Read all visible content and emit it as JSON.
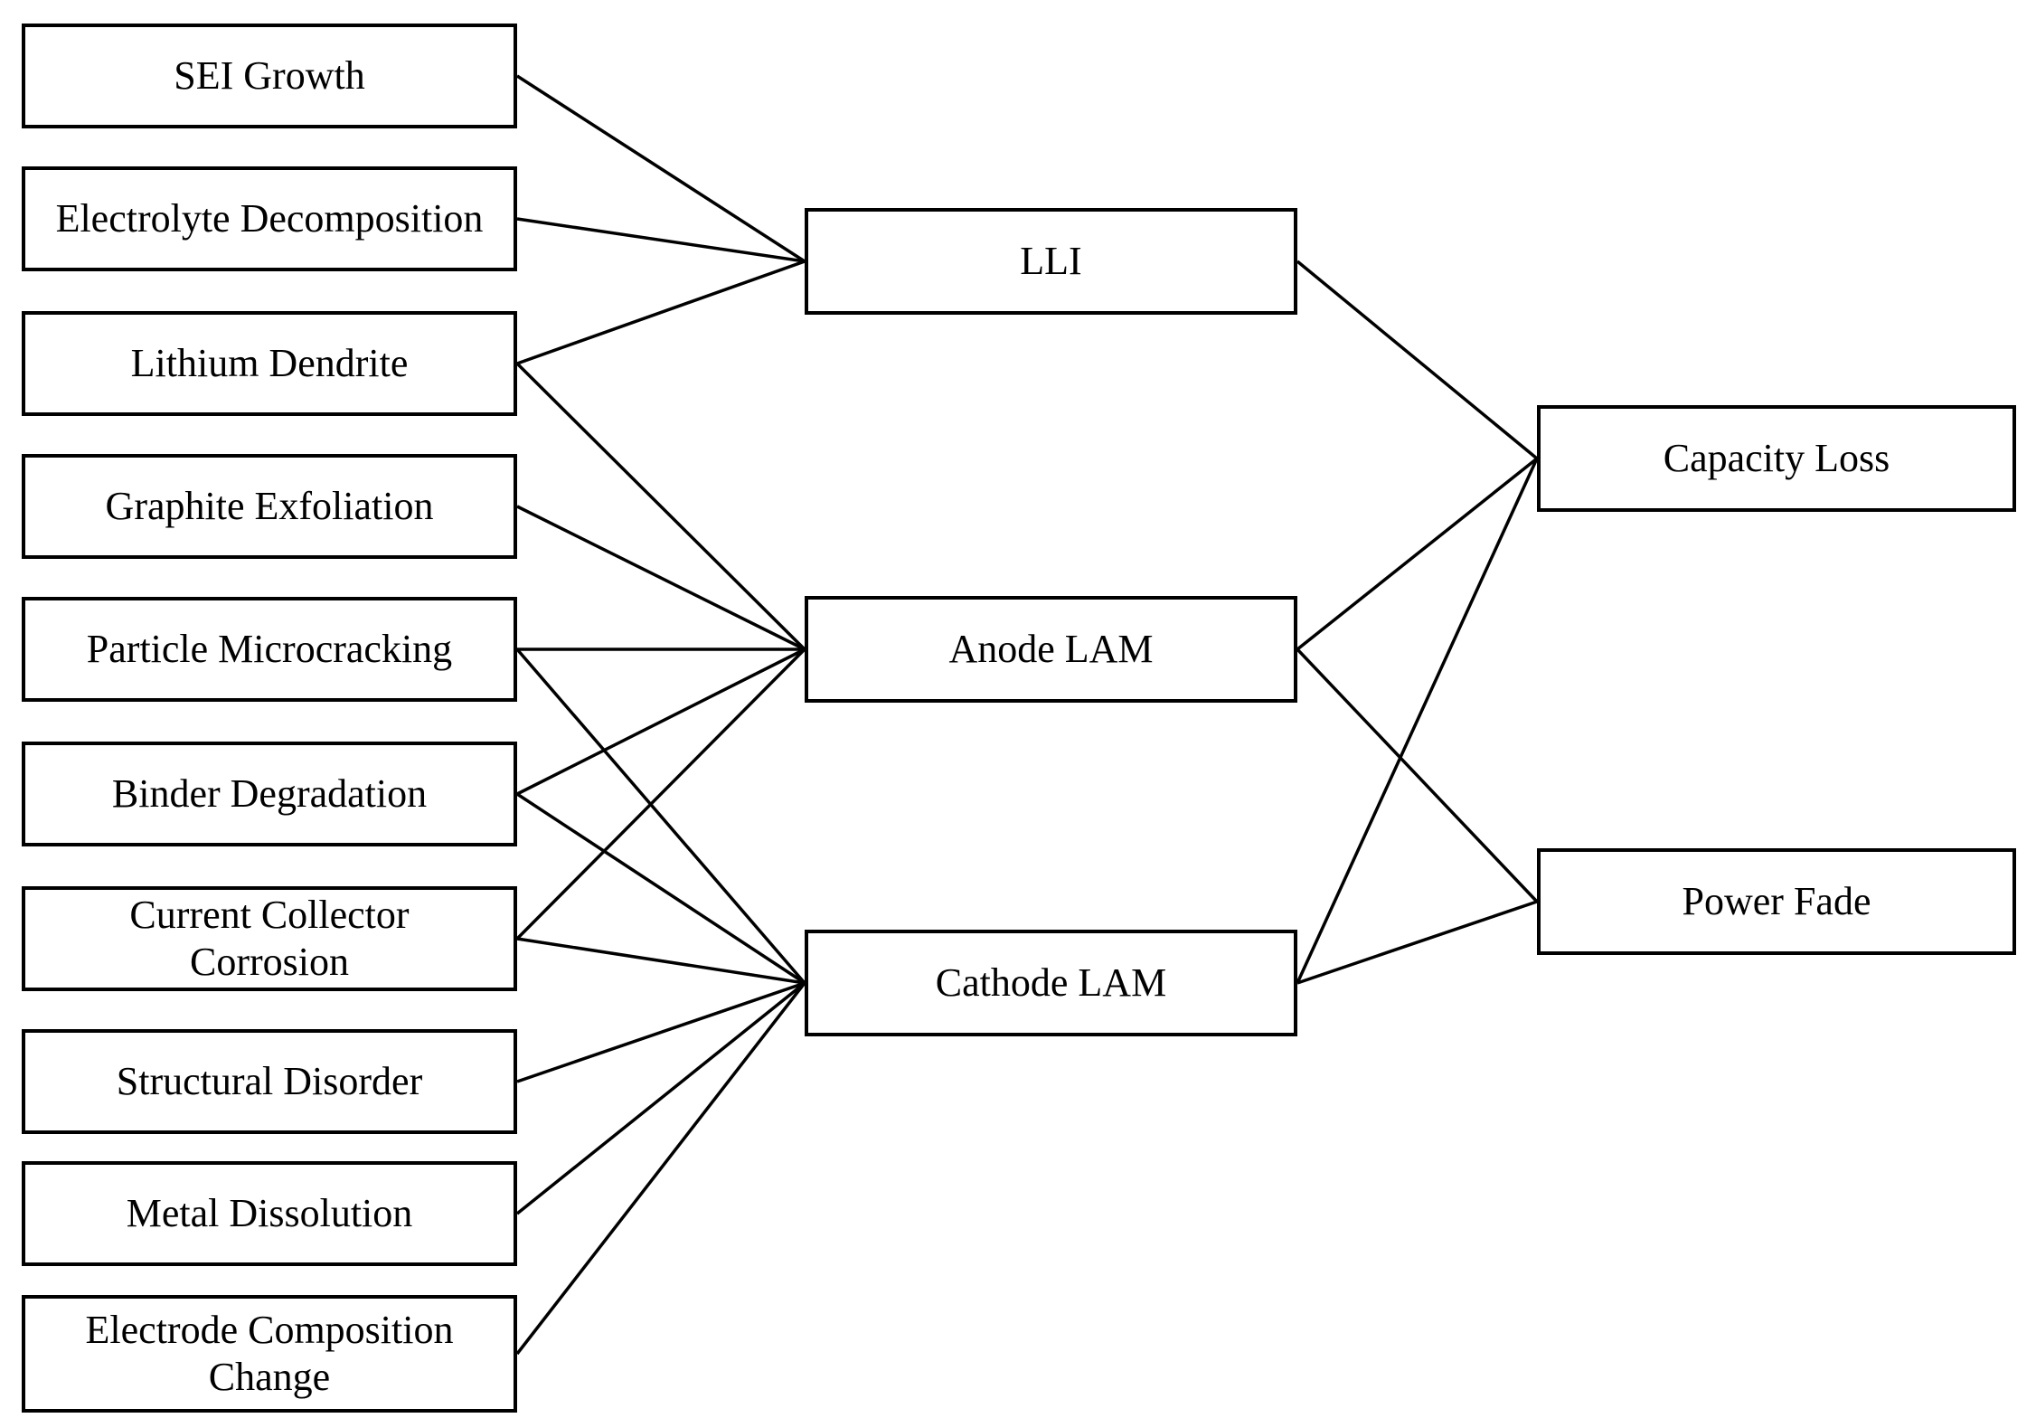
{
  "diagram": {
    "colors": {
      "background": "#ffffff",
      "box_border": "#000000",
      "text": "#000000",
      "connector_line": "#000000"
    },
    "nodes": [
      {
        "id": "sei-growth",
        "label": "SEI Growth",
        "group": "degradation-mechanism"
      },
      {
        "id": "electrolyte-decomposition",
        "label": "Electrolyte Decomposition",
        "group": "degradation-mechanism"
      },
      {
        "id": "lithium-dendrite",
        "label": "Lithium Dendrite",
        "group": "degradation-mechanism"
      },
      {
        "id": "graphite-exfoliation",
        "label": "Graphite Exfoliation",
        "group": "degradation-mechanism"
      },
      {
        "id": "particle-microcracking",
        "label": "Particle Microcracking",
        "group": "degradation-mechanism"
      },
      {
        "id": "binder-degradation",
        "label": "Binder Degradation",
        "group": "degradation-mechanism"
      },
      {
        "id": "current-collector-corrosion",
        "label": "Current Collector\nCorrosion",
        "group": "degradation-mechanism"
      },
      {
        "id": "structural-disorder",
        "label": "Structural Disorder",
        "group": "degradation-mechanism"
      },
      {
        "id": "metal-dissolution",
        "label": "Metal Dissolution",
        "group": "degradation-mechanism"
      },
      {
        "id": "electrode-composition-change",
        "label": "Electrode Composition\nChange",
        "group": "degradation-mechanism"
      },
      {
        "id": "lli",
        "label": "LLI",
        "group": "degradation-mode"
      },
      {
        "id": "anode-lam",
        "label": "Anode LAM",
        "group": "degradation-mode"
      },
      {
        "id": "cathode-lam",
        "label": "Cathode LAM",
        "group": "degradation-mode"
      },
      {
        "id": "capacity-loss",
        "label": "Capacity Loss",
        "group": "effect"
      },
      {
        "id": "power-fade",
        "label": "Power Fade",
        "group": "effect"
      }
    ],
    "edges": [
      {
        "from": "sei-growth",
        "to": "lli"
      },
      {
        "from": "electrolyte-decomposition",
        "to": "lli"
      },
      {
        "from": "lithium-dendrite",
        "to": "lli"
      },
      {
        "from": "lithium-dendrite",
        "to": "anode-lam"
      },
      {
        "from": "graphite-exfoliation",
        "to": "anode-lam"
      },
      {
        "from": "particle-microcracking",
        "to": "anode-lam"
      },
      {
        "from": "particle-microcracking",
        "to": "cathode-lam"
      },
      {
        "from": "binder-degradation",
        "to": "anode-lam"
      },
      {
        "from": "binder-degradation",
        "to": "cathode-lam"
      },
      {
        "from": "current-collector-corrosion",
        "to": "anode-lam"
      },
      {
        "from": "current-collector-corrosion",
        "to": "cathode-lam"
      },
      {
        "from": "structural-disorder",
        "to": "cathode-lam"
      },
      {
        "from": "metal-dissolution",
        "to": "cathode-lam"
      },
      {
        "from": "electrode-composition-change",
        "to": "cathode-lam"
      },
      {
        "from": "lli",
        "to": "capacity-loss"
      },
      {
        "from": "anode-lam",
        "to": "capacity-loss"
      },
      {
        "from": "anode-lam",
        "to": "power-fade"
      },
      {
        "from": "cathode-lam",
        "to": "capacity-loss"
      },
      {
        "from": "cathode-lam",
        "to": "power-fade"
      }
    ]
  }
}
